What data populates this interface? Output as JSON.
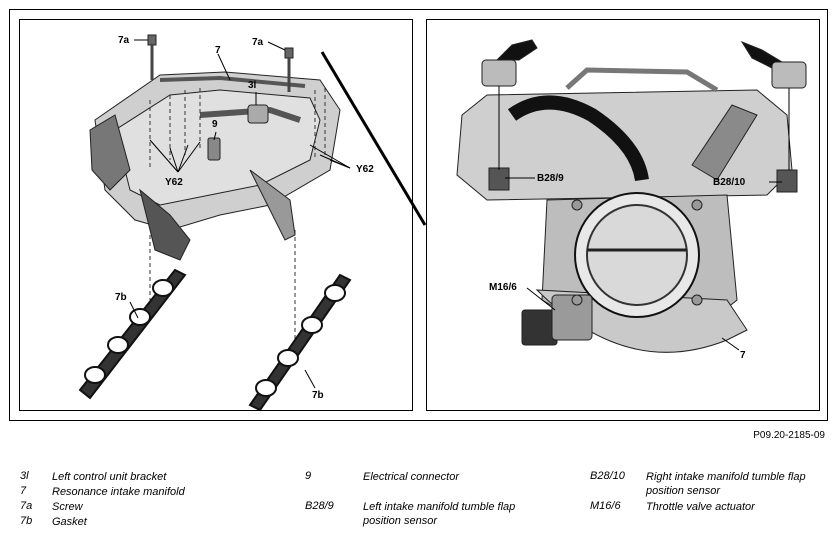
{
  "figure_reference": "P09.20-2185-09",
  "callouts": {
    "c_7a": "7a",
    "c_7": "7",
    "c_3l": "3l",
    "c_9": "9",
    "c_y62": "Y62",
    "c_7b": "7b",
    "c_b28_9": "B28/9",
    "c_b28_10": "B28/10",
    "c_m16_6": "M16/6"
  },
  "legend": [
    {
      "code": "3l",
      "description": "Left control unit bracket"
    },
    {
      "code": "7",
      "description": "Resonance intake manifold"
    },
    {
      "code": "7a",
      "description": "Screw"
    },
    {
      "code": "7b",
      "description": "Gasket"
    },
    {
      "code": "9",
      "description": "Electrical connector"
    },
    {
      "code": "B28/9",
      "description": "Left intake manifold tumble flap position sensor"
    },
    {
      "code": "B28/10",
      "description": "Right intake manifold tumble flap position sensor"
    },
    {
      "code": "M16/6",
      "description": "Throttle valve actuator"
    }
  ]
}
